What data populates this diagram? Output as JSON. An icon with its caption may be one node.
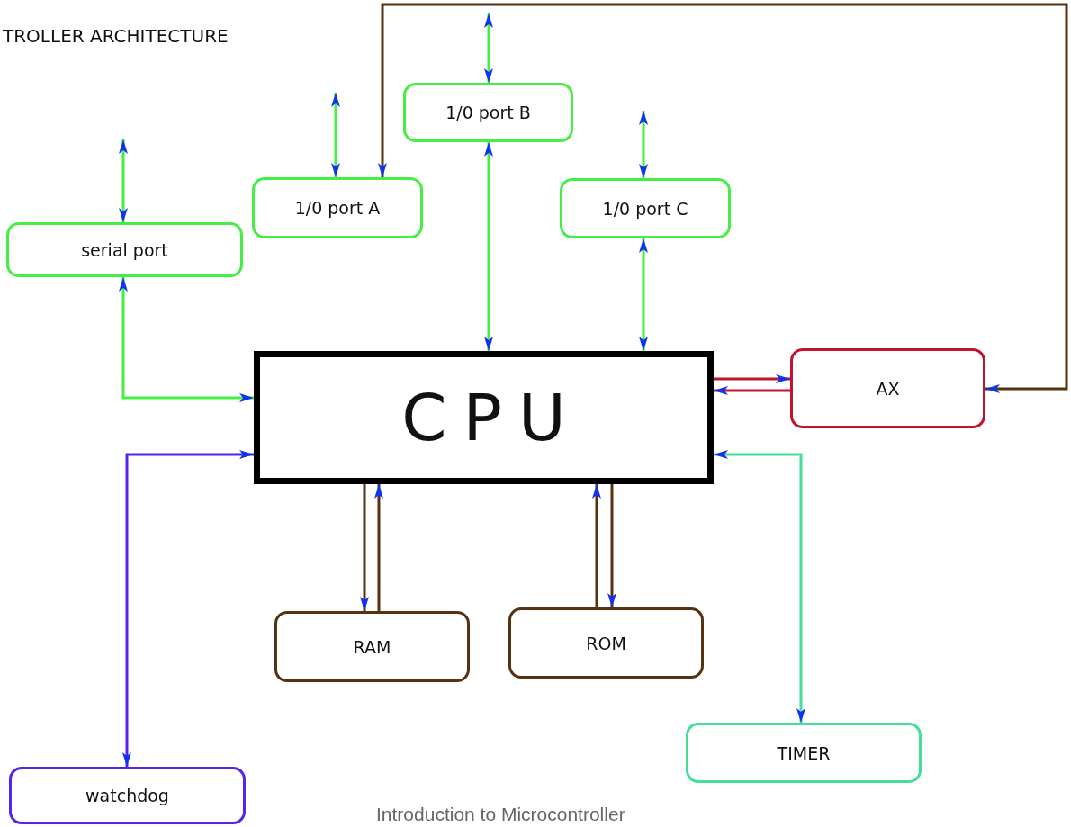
{
  "diagram": {
    "title": "TROLLER ARCHITECTURE",
    "caption": "Introduction to Microcontroller",
    "nodes": [
      {
        "text": [
          "serial port"
        ]
      },
      {
        "text": [
          "1/0 port A"
        ]
      },
      {
        "text": [
          "1/0 port B"
        ]
      },
      {
        "text": [
          "1/0 port C"
        ]
      },
      {
        "text": [
          "CPU"
        ]
      },
      {
        "text": [
          "AX"
        ]
      },
      {
        "text": [
          "RAM"
        ]
      },
      {
        "text": [
          "ROM"
        ]
      },
      {
        "text": [
          "TIMER"
        ]
      },
      {
        "text": [
          "watchdog"
        ]
      }
    ],
    "edges": [
      {
        "from": null,
        "to": 0,
        "arrow": "both"
      },
      {
        "from": null,
        "to": 1,
        "arrow": "both"
      },
      {
        "from": null,
        "to": 2,
        "arrow": "both"
      },
      {
        "from": null,
        "to": 3,
        "arrow": "both"
      },
      {
        "from": 0,
        "to": 4,
        "arrow": "both"
      },
      {
        "from": 2,
        "to": 4,
        "arrow": "both"
      },
      {
        "from": 3,
        "to": 4,
        "arrow": "both"
      },
      {
        "from": 4,
        "to": 5,
        "arrow": "to",
        "color": "#c0142c"
      },
      {
        "from": 5,
        "to": 4,
        "arrow": "to",
        "color": "#c0142c"
      },
      {
        "from": 5,
        "to": 1,
        "arrow": "both",
        "color": "#553311"
      },
      {
        "from": 4,
        "to": 6,
        "arrow": "to",
        "color": "#553311"
      },
      {
        "from": 6,
        "to": 4,
        "arrow": "to",
        "color": "#553311"
      },
      {
        "from": 7,
        "to": 4,
        "arrow": "to",
        "color": "#553311"
      },
      {
        "from": 4,
        "to": 7,
        "arrow": "to",
        "color": "#553311"
      },
      {
        "from": 9,
        "to": 4,
        "arrow": "both",
        "color": "#5522ee"
      },
      {
        "from": 8,
        "to": 4,
        "arrow": "both",
        "color": "#44dd99"
      }
    ]
  }
}
